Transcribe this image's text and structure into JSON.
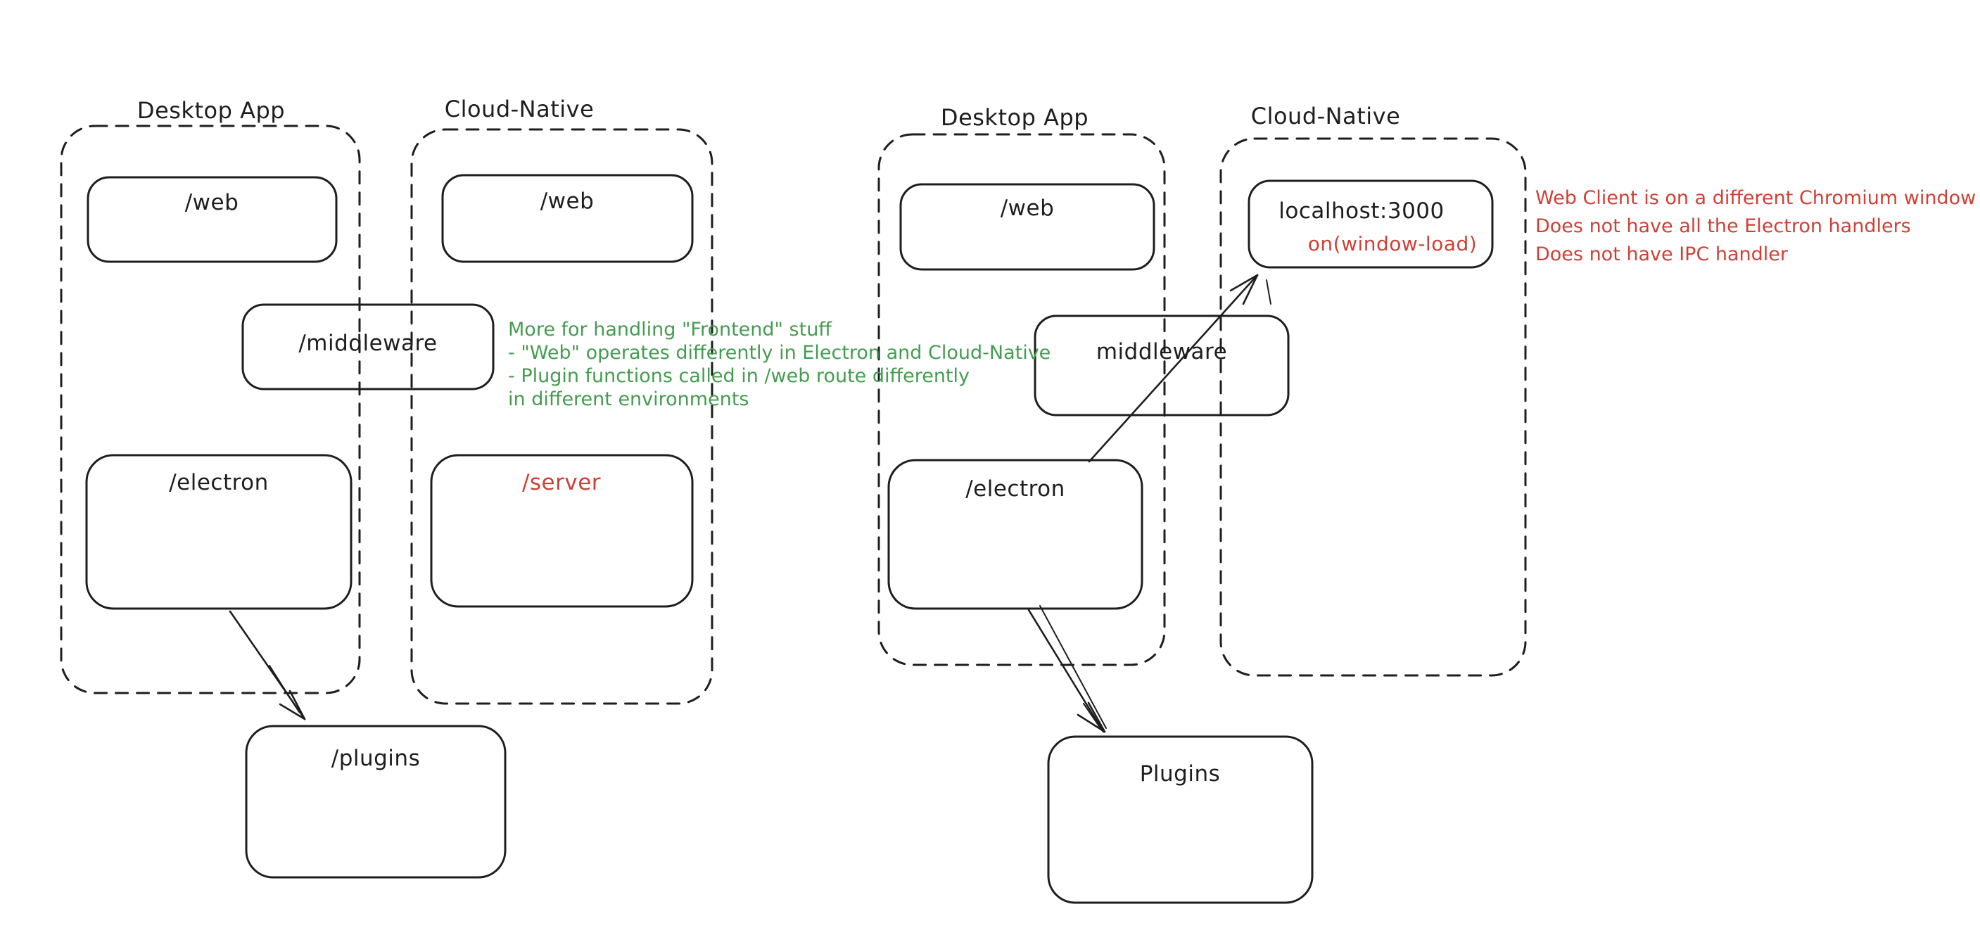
{
  "colors": {
    "background": "#ffffff",
    "ink": "#1e1e1e",
    "green_annotation": "#459c51",
    "red_annotation": "#cf4036"
  },
  "left_diagram": {
    "desktop_title": "Desktop App",
    "cloud_title": "Cloud-Native",
    "web_desktop_label": "/web",
    "web_cloud_label": "/web",
    "middleware_label": "/middleware",
    "electron_label": "/electron",
    "server_label": "/server",
    "plugins_label": "/plugins"
  },
  "right_diagram": {
    "desktop_title": "Desktop App",
    "cloud_title": "Cloud-Native",
    "web_label": "/web",
    "localhost_label": "localhost:3000",
    "localhost_event_label": "on(window-load)",
    "middleware_label": "middleware",
    "electron_label": "/electron",
    "plugins_label": "Plugins"
  },
  "annotations": {
    "green_note_lines": [
      "More for handling \"Frontend\" stuff",
      "- \"Web\" operates differently in Electron and Cloud-Native",
      "- Plugin functions called in /web route differently",
      "in different environments"
    ],
    "red_note_lines": [
      "Web Client is on a different Chromium window",
      "Does not have all the Electron handlers",
      "Does not have IPC handler"
    ]
  }
}
